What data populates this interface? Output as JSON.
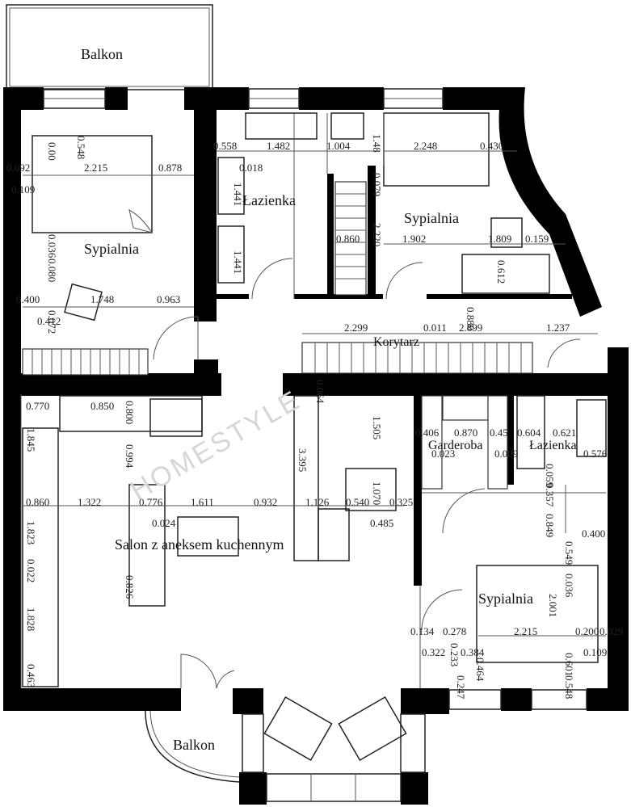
{
  "rooms": {
    "balcony_top": "Balkon",
    "bedroom_left": "Sypialnia",
    "bathroom_top": "Łazienka",
    "bedroom_top_right": "Sypialnia",
    "corridor": "Korytarz",
    "living_kitchen": "Salon z aneksem kuchennym",
    "wardrobe": "Garderoba",
    "bathroom_right": "Łazienka",
    "bedroom_bottom_right": "Sypialnia",
    "balcony_bottom": "Balkon"
  },
  "watermark": "HOMESTYLE",
  "dimensions": [
    "0.548",
    "0.00",
    "0.092",
    "2.215",
    "0.878",
    "0.109",
    "0.036",
    "0.080",
    "0.400",
    "1.748",
    "0.963",
    "0.412",
    "0.072",
    "0.558",
    "1.482",
    "1.004",
    "1.48",
    "2.248",
    "0.430",
    "0.018",
    "1.441",
    "1.441",
    "0.079",
    "0.860",
    "2.220",
    "1.902",
    "1.809",
    "0.159",
    "0.612",
    "2.299",
    "0.011",
    "2.899",
    "1.237",
    "0.880",
    "0.770",
    "0.850",
    "0.800",
    "0.064",
    "1.505",
    "0.406",
    "0.870",
    "0.45",
    "0.604",
    "0.621",
    "0.023",
    "0.009",
    "0.059",
    "0.576",
    "1.845",
    "0.994",
    "3.395",
    "1.070",
    "0.357",
    "0.860",
    "1.322",
    "0.776",
    "1.611",
    "0.932",
    "1.126",
    "0.540",
    "0.325",
    "0.024",
    "0.485",
    "0.849",
    "0.400",
    "1.823",
    "0.549",
    "0.022",
    "0.826",
    "0.036",
    "2.001",
    "1.828",
    "0.134",
    "0.278",
    "2.215",
    "0.200",
    "0.029",
    "0.322",
    "0.233",
    "0.384",
    "0.109",
    "0.464",
    "0.601",
    "0.247",
    "0.548",
    "0.463"
  ],
  "colors": {
    "wall": "#000000",
    "line": "#222222",
    "watermark": "#d6d6d6"
  }
}
